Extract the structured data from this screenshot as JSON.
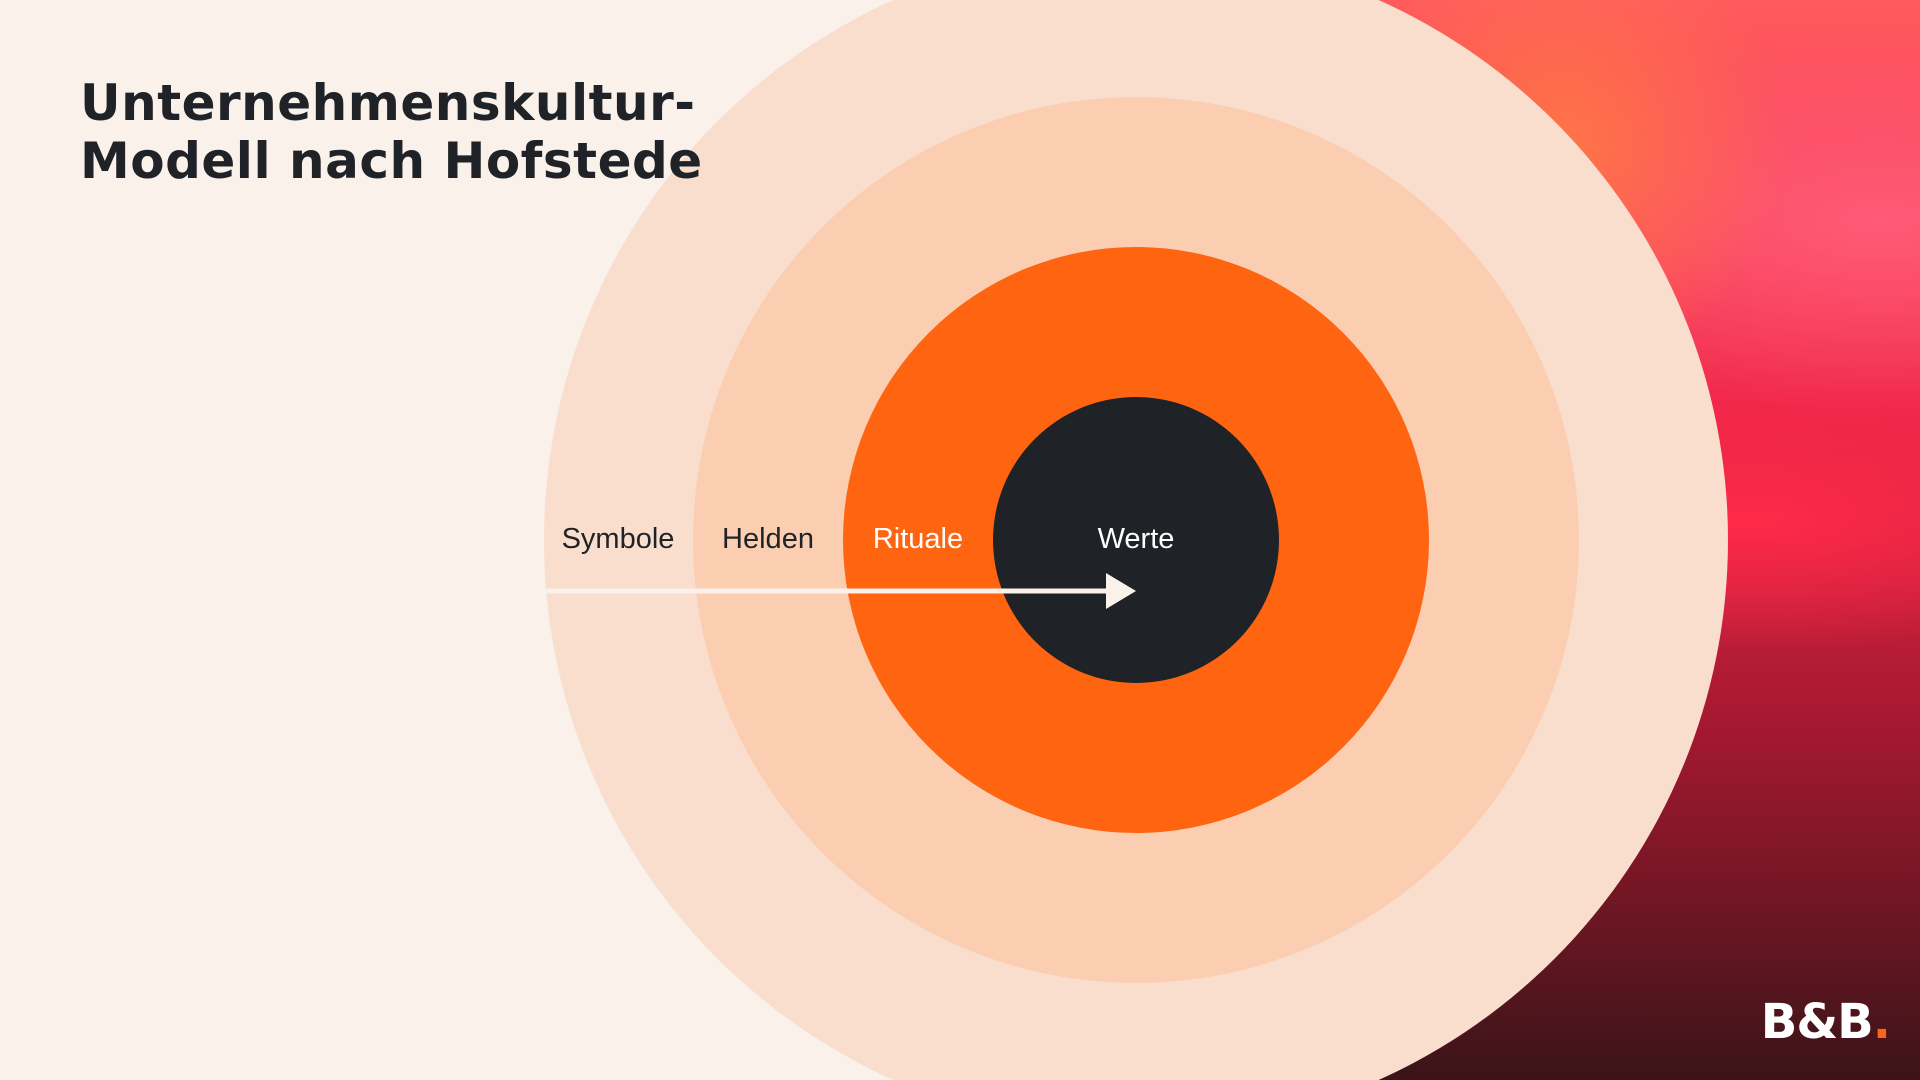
{
  "title": {
    "line1": "Unternehmenskultur-",
    "line2": "Modell nach Hofstede"
  },
  "layers": [
    {
      "label": "Symbole",
      "color": "#f9dece",
      "label_color": "#1f2226"
    },
    {
      "label": "Helden",
      "color": "#fbceb2",
      "label_color": "#1f2226"
    },
    {
      "label": "Rituale",
      "color": "#ff6410",
      "label_color": "#ffffff"
    },
    {
      "label": "Werte",
      "color": "#1f2226",
      "label_color": "#ffffff"
    }
  ],
  "arrow": {
    "color": "#faf1ea"
  },
  "logo": {
    "text": "B&B",
    "dot": "."
  }
}
